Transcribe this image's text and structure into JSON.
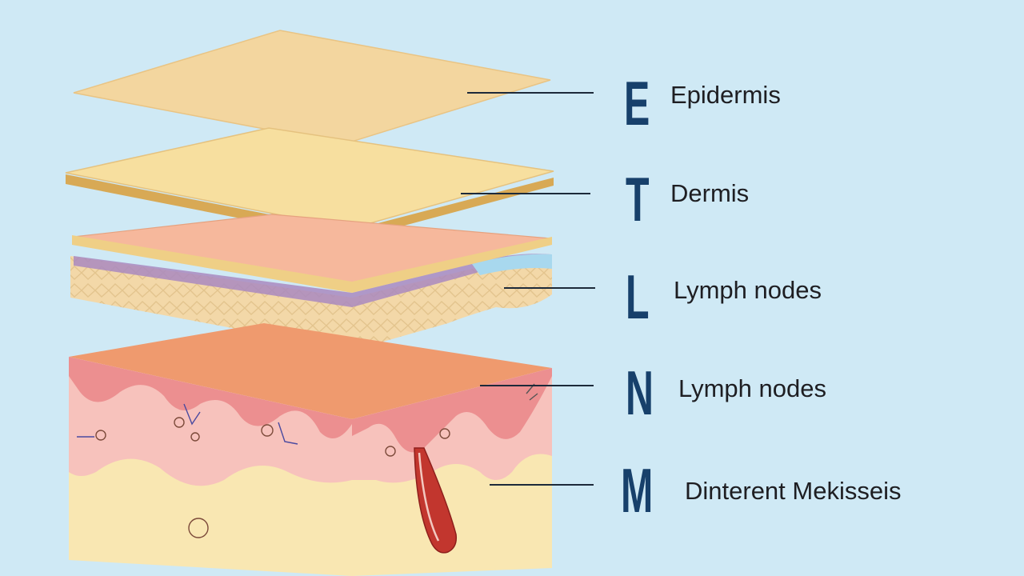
{
  "layers": [
    {
      "letter": "E",
      "label": "Epidermis"
    },
    {
      "letter": "T",
      "label": "Dermis"
    },
    {
      "letter": "L",
      "label": "Lymph nodes"
    },
    {
      "letter": "N",
      "label": "Lymph nodes"
    },
    {
      "letter": "M",
      "label": "Dinterent Mekisseis"
    }
  ],
  "colors": {
    "background": "#cfe9f5",
    "letter": "#17406b",
    "leader_line": "#1d2a3a",
    "epidermis_top": "#f3d69f",
    "dermis_top": "#f7df9f",
    "dermis_edge": "#d8a955",
    "pink_layer": "#f6b89c",
    "block_top": "#ef9a6e",
    "block_pink": "#f5a9a6",
    "block_yellow": "#f9e7b2",
    "vessel": "#c2362e"
  }
}
